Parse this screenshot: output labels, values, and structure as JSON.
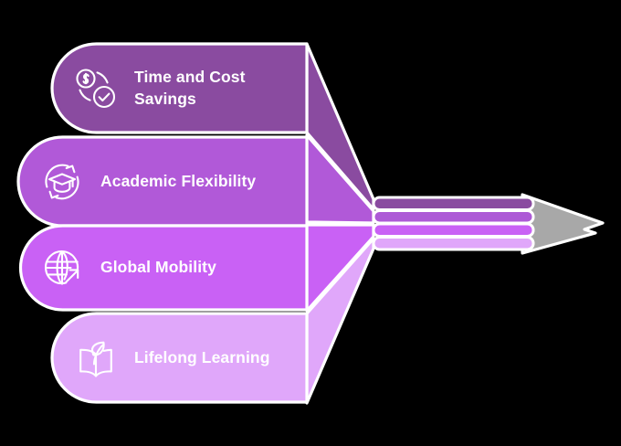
{
  "diagram": {
    "type": "converging-arrow-funnel",
    "background_color": "#000000",
    "outline_color": "#ffffff",
    "arrow_head_color": "#a8a8a8",
    "direction": "left-to-right",
    "items": [
      {
        "label": "Time and Cost\nSavings",
        "icon": "dollar-coin-clock-check-icon",
        "color": "#8a4ba0",
        "stripe_color": "#8a4ba0"
      },
      {
        "label": "Academic Flexibility",
        "icon": "graduation-cap-refresh-icon",
        "color": "#b159d8",
        "stripe_color": "#ad5ad6"
      },
      {
        "label": "Global Mobility",
        "icon": "globe-arrow-icon",
        "color": "#c961f5",
        "stripe_color": "#c961f5"
      },
      {
        "label": "Lifelong Learning",
        "icon": "open-book-leaf-icon",
        "color": "#e0a7fa",
        "stripe_color": "#e0a7fa"
      }
    ]
  }
}
